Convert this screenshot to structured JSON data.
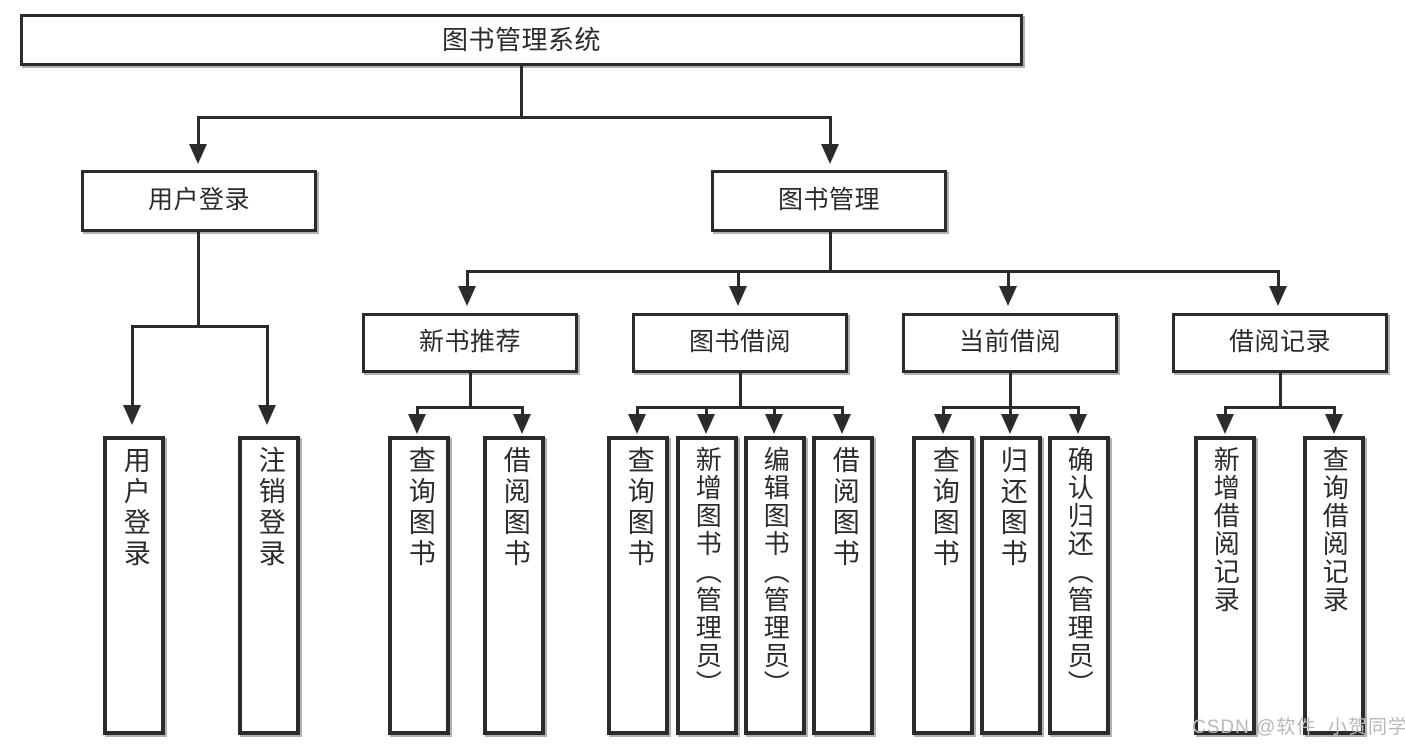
{
  "diagram": {
    "title": "图书管理系统",
    "watermark": "CSDN @软件_小贺同学",
    "colors": {
      "stroke": "#2b2b2b",
      "background": "#ffffff",
      "watermark": "#b9b9b9"
    },
    "root": {
      "label": "图书管理系统"
    },
    "level2": [
      {
        "label": "用户登录"
      },
      {
        "label": "图书管理"
      }
    ],
    "level3": [
      {
        "label": "新书推荐"
      },
      {
        "label": "图书借阅"
      },
      {
        "label": "当前借阅"
      },
      {
        "label": "借阅记录"
      }
    ],
    "leaves": {
      "user_login": [
        {
          "label": "用户登录"
        },
        {
          "label": "注销登录"
        }
      ],
      "new_book_recommend": [
        {
          "label": "查询图书"
        },
        {
          "label": "借阅图书"
        }
      ],
      "book_borrow": [
        {
          "label": "查询图书"
        },
        {
          "label": "新增图书（管理员）"
        },
        {
          "label": "编辑图书（管理员）"
        },
        {
          "label": "借阅图书"
        }
      ],
      "current_borrow": [
        {
          "label": "查询图书"
        },
        {
          "label": "归还图书"
        },
        {
          "label": "确认归还（管理员）"
        }
      ],
      "borrow_record": [
        {
          "label": "新增借阅记录"
        },
        {
          "label": "查询借阅记录"
        }
      ]
    }
  }
}
